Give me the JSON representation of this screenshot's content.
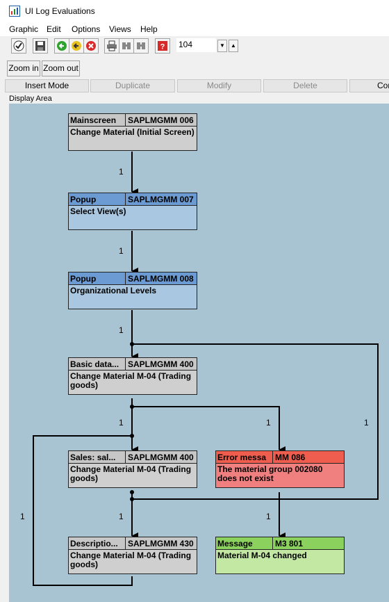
{
  "window": {
    "title": "UI Log Evaluations"
  },
  "menu": [
    "Graphic",
    "Edit",
    "Options",
    "Views",
    "Help"
  ],
  "toolbar": {
    "zoom_value": "104",
    "zoom_in": "Zoom in",
    "zoom_out": "Zoom out"
  },
  "modes": {
    "insert": "Insert Mode",
    "duplicate": "Duplicate",
    "modify": "Modify",
    "delete": "Delete",
    "connect": "Con"
  },
  "display_area_label": "Display Area",
  "colors": {
    "gray": "#cfcfcf",
    "blue": "#a9c7e0",
    "red": "#f07f7f",
    "green": "#c2e8a3",
    "background": "#a8c3d1"
  },
  "nodes": [
    {
      "type": "Mainscreen",
      "program": "SAPLMGMM 006",
      "description": "Change Material (Initial Screen)"
    },
    {
      "type": "Popup",
      "program": "SAPLMGMM 007",
      "description": "Select View(s)"
    },
    {
      "type": "Popup",
      "program": "SAPLMGMM 008",
      "description": "Organizational Levels"
    },
    {
      "type": "Basic data...",
      "program": "SAPLMGMM 400",
      "description": "Change Material M-04 (Trading goods)"
    },
    {
      "type": "Sales: sal...",
      "program": "SAPLMGMM 400",
      "description": "Change Material M-04 (Trading goods)"
    },
    {
      "type": "Error messa",
      "program": "MM 086",
      "description": "The material group 002080 does not exist"
    },
    {
      "type": "Descriptio...",
      "program": "SAPLMGMM 430",
      "description": "Change Material M-04 (Trading goods)"
    },
    {
      "type": "Message",
      "program": "M3 801",
      "description": "Material M-04 changed"
    }
  ],
  "edge_labels": [
    "1",
    "1",
    "1",
    "1",
    "1",
    "1",
    "1",
    "1",
    "1"
  ]
}
